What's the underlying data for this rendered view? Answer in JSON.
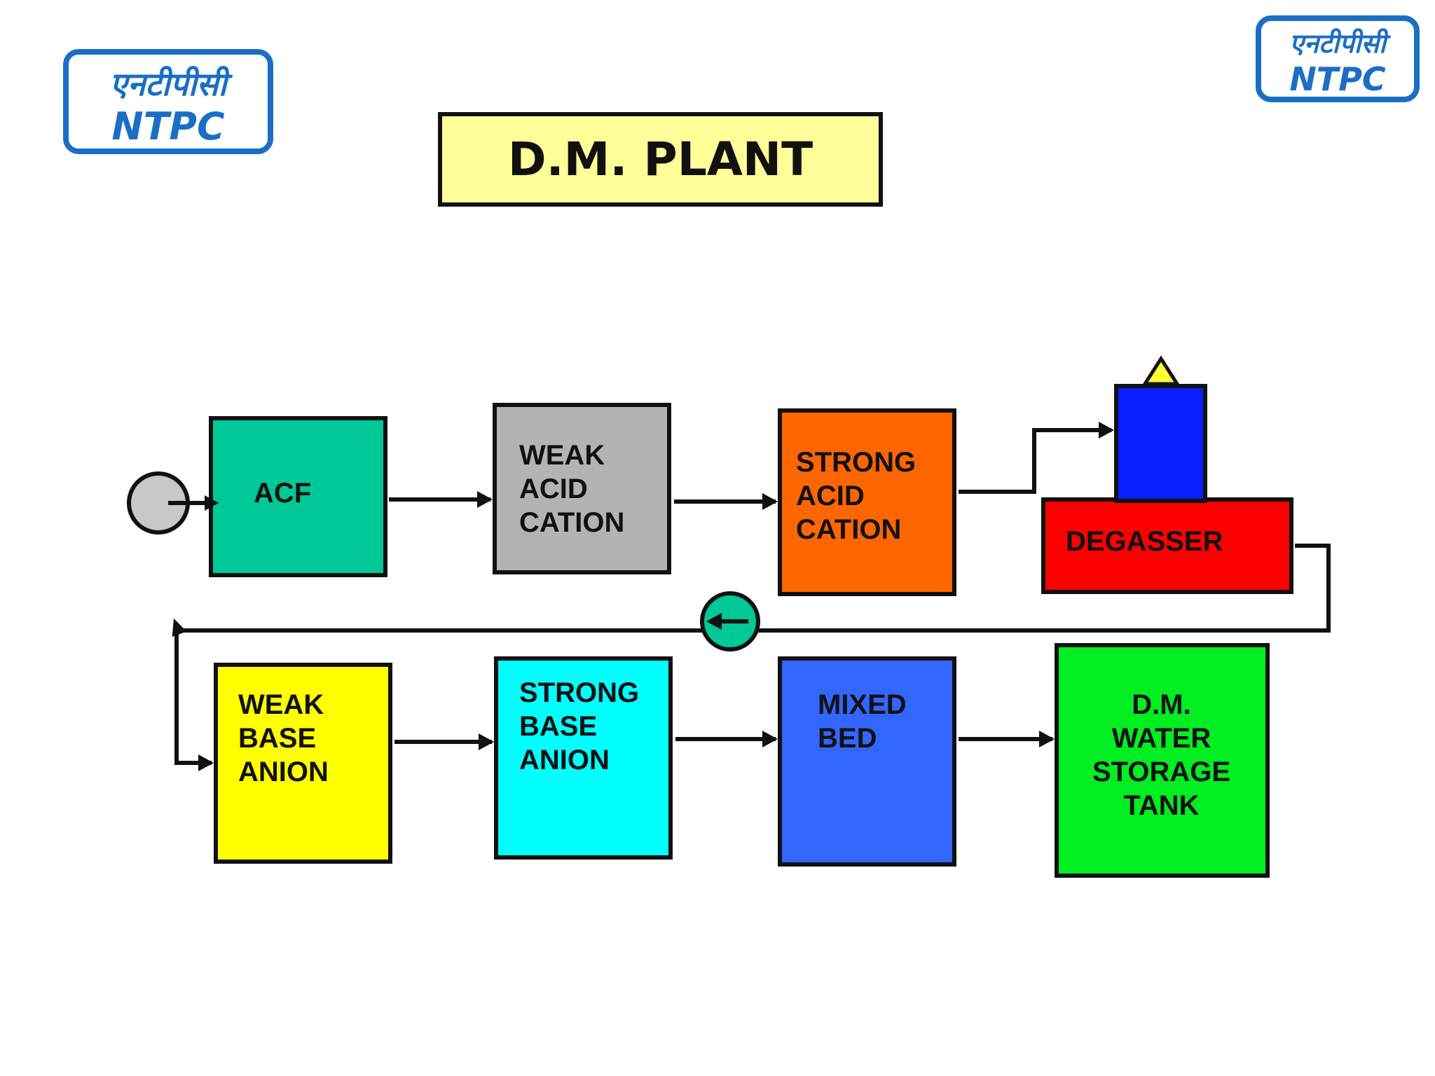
{
  "title": "D.M. PLANT",
  "logo_left": {
    "hindi": "एनटीपीसी",
    "english": "NTPC"
  },
  "logo_right": {
    "hindi": "एनटीपीसी",
    "english": "NTPC"
  },
  "units": {
    "acf": {
      "lines": [
        "ACF"
      ],
      "color": "#00c896"
    },
    "weak_acid_cation": {
      "lines": [
        "WEAK",
        "ACID",
        "CATION"
      ],
      "color": "#b3b3b3"
    },
    "strong_acid_cation": {
      "lines": [
        "STRONG",
        "ACID",
        "CATION"
      ],
      "color": "#ff6600"
    },
    "degasser": {
      "lines": [
        "DEGASSER"
      ],
      "color": "#ff0000",
      "tower_color": "#0a1fff",
      "vent_color": "#ffff33"
    },
    "weak_base_anion": {
      "lines": [
        "WEAK",
        "BASE",
        "ANION"
      ],
      "color": "#ffff00"
    },
    "strong_base_anion": {
      "lines": [
        "STRONG",
        "BASE",
        "ANION"
      ],
      "color": "#00ffff"
    },
    "mixed_bed": {
      "lines": [
        "MIXED",
        "BED"
      ],
      "color": "#3366ff"
    },
    "storage_tank": {
      "lines": [
        "D.M.",
        "WATER",
        "STORAGE",
        "TANK"
      ],
      "color": "#00ee22"
    }
  },
  "pumps": {
    "inlet_color": "#c8c8c8",
    "transfer_color": "#00c896"
  }
}
